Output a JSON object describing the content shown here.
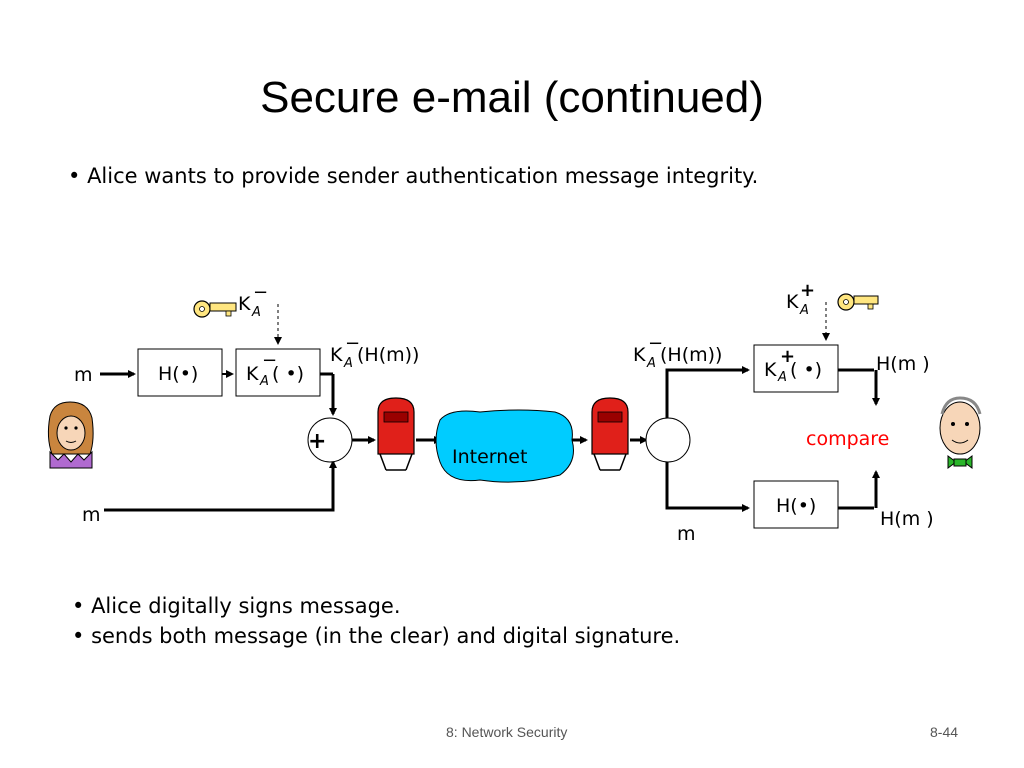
{
  "slide": {
    "title": "Secure e-mail (continued)",
    "bullet_top": "Alice wants to provide sender authentication message integrity.",
    "bullets_bottom": [
      "Alice digitally signs message.",
      "sends both message (in the clear) and digital signature."
    ],
    "footer_center": "8: Network Security",
    "footer_right": "8-44"
  },
  "diagram": {
    "m": "m",
    "hash_box": "H(•)",
    "key_base": "K",
    "key_sub": "A",
    "minus": "−",
    "plus": "+",
    "box_paren": "( •)",
    "hm_paren": "(H(m))",
    "plus_op": "+",
    "internet": "Internet",
    "hm_out": "H(m )",
    "compare": "compare",
    "compare_color": "#ff0000",
    "cloud_color": "#00ccff"
  }
}
